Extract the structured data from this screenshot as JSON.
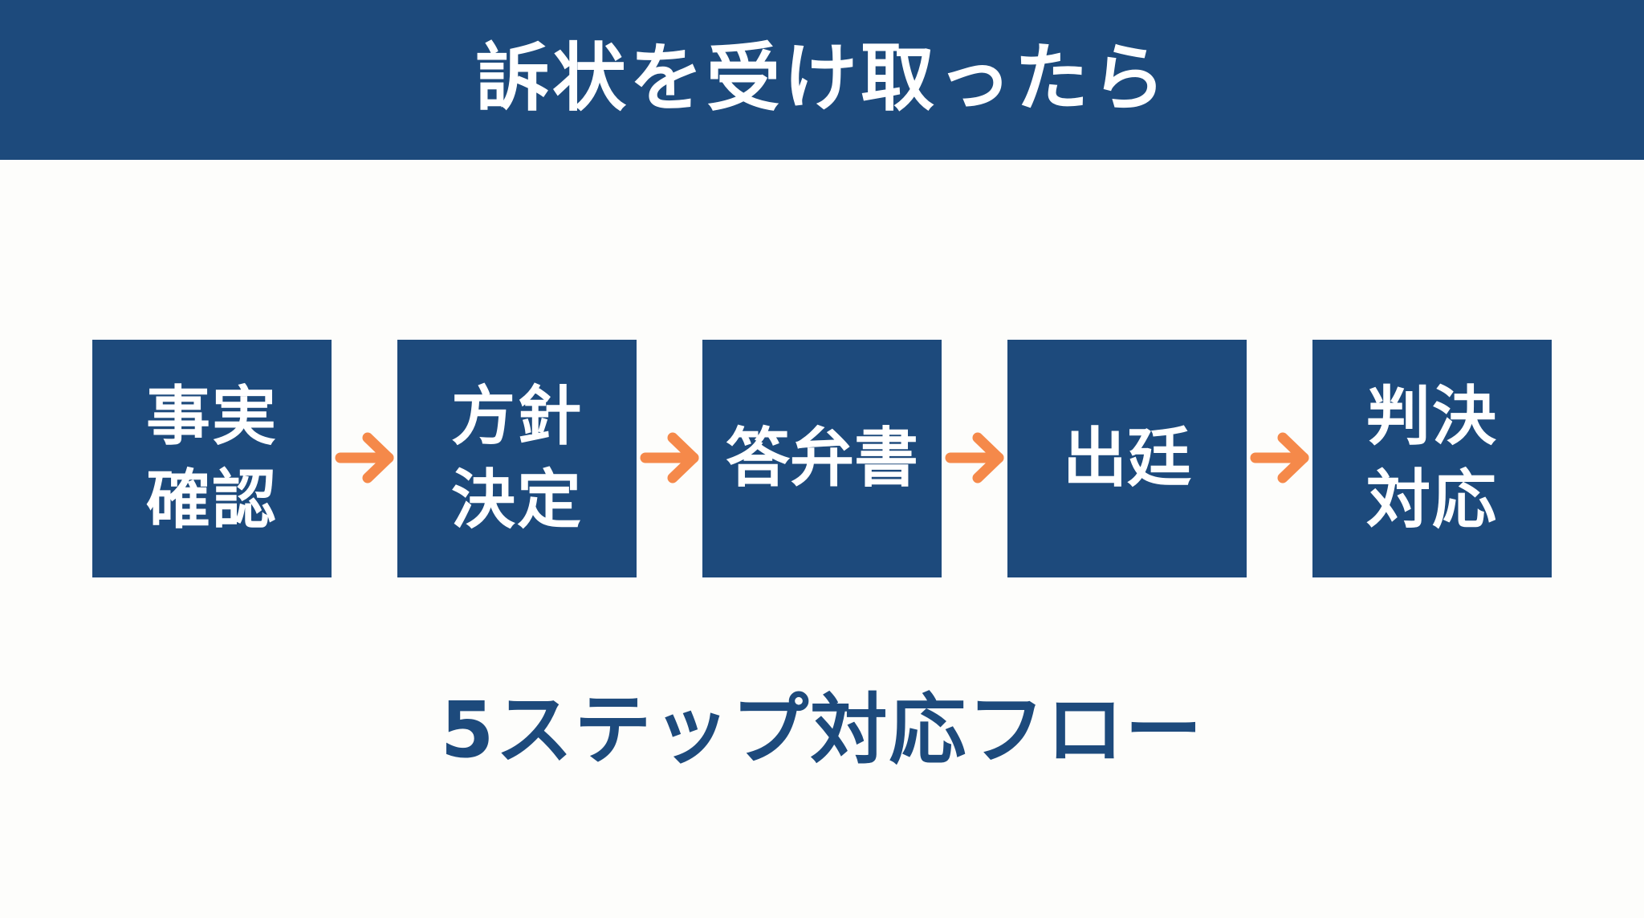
{
  "header": {
    "title": "訴状を受け取ったら",
    "background_color": "#1d4a7c",
    "text_color": "#ffffff"
  },
  "flow": {
    "box_color": "#1d4a7c",
    "arrow_color": "#f5894a",
    "steps": [
      {
        "index": 1,
        "line1": "事実",
        "line2": "確認"
      },
      {
        "index": 2,
        "line1": "方針",
        "line2": "決定"
      },
      {
        "index": 3,
        "line1": "答弁書",
        "line2": ""
      },
      {
        "index": 4,
        "line1": "出廷",
        "line2": ""
      },
      {
        "index": 5,
        "line1": "判決",
        "line2": "対応"
      }
    ],
    "arrows": [
      {
        "from": 1,
        "to": 2,
        "icon": "arrow-right-icon"
      },
      {
        "from": 2,
        "to": 3,
        "icon": "arrow-right-icon"
      },
      {
        "from": 3,
        "to": 4,
        "icon": "arrow-right-icon"
      },
      {
        "from": 4,
        "to": 5,
        "icon": "arrow-right-icon"
      }
    ]
  },
  "caption": {
    "text": "5ステップ対応フロー",
    "color": "#1d4a7c"
  }
}
